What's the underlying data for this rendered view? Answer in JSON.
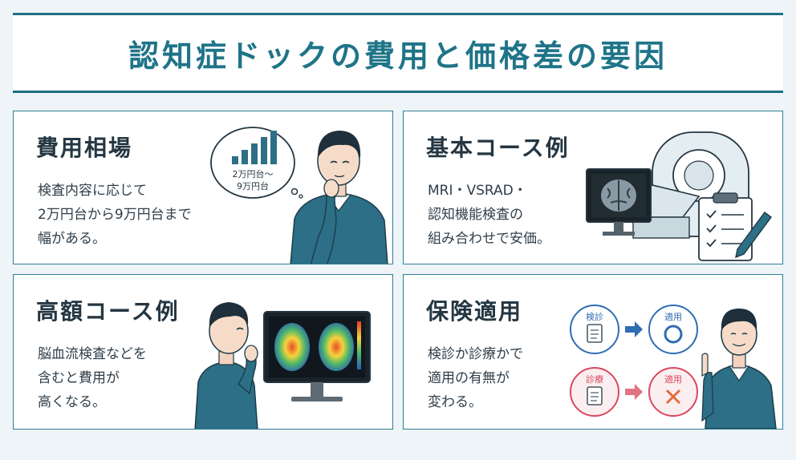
{
  "title": "認知症ドックの費用と価格差の要因",
  "cards": [
    {
      "heading": "費用相場",
      "lines": [
        "検査内容に応じて",
        "2万円台から9万円台まで",
        "幅がある。"
      ],
      "bubble": [
        "2万円台～",
        "9万円台"
      ]
    },
    {
      "heading": "基本コース例",
      "lines": [
        "MRI・VSRAD・",
        "認知機能検査の",
        "組み合わせで安価。"
      ]
    },
    {
      "heading": "高額コース例",
      "lines": [
        "脳血流検査などを",
        "含むと費用が",
        "高くなる。"
      ]
    },
    {
      "heading": "保険適用",
      "lines": [
        "検診か診療かで",
        "適用の有無が",
        "変わる。"
      ],
      "flow": {
        "top_left": "検診",
        "top_right": "適用",
        "bottom_left": "診療",
        "bottom_right": "適用"
      }
    }
  ],
  "colors": {
    "accent": "#1f7488",
    "card_border": "#2e7f95",
    "blue_ok": "#2f6db3",
    "red_ng": "#d9485f",
    "sweater": "#2c6f86"
  }
}
